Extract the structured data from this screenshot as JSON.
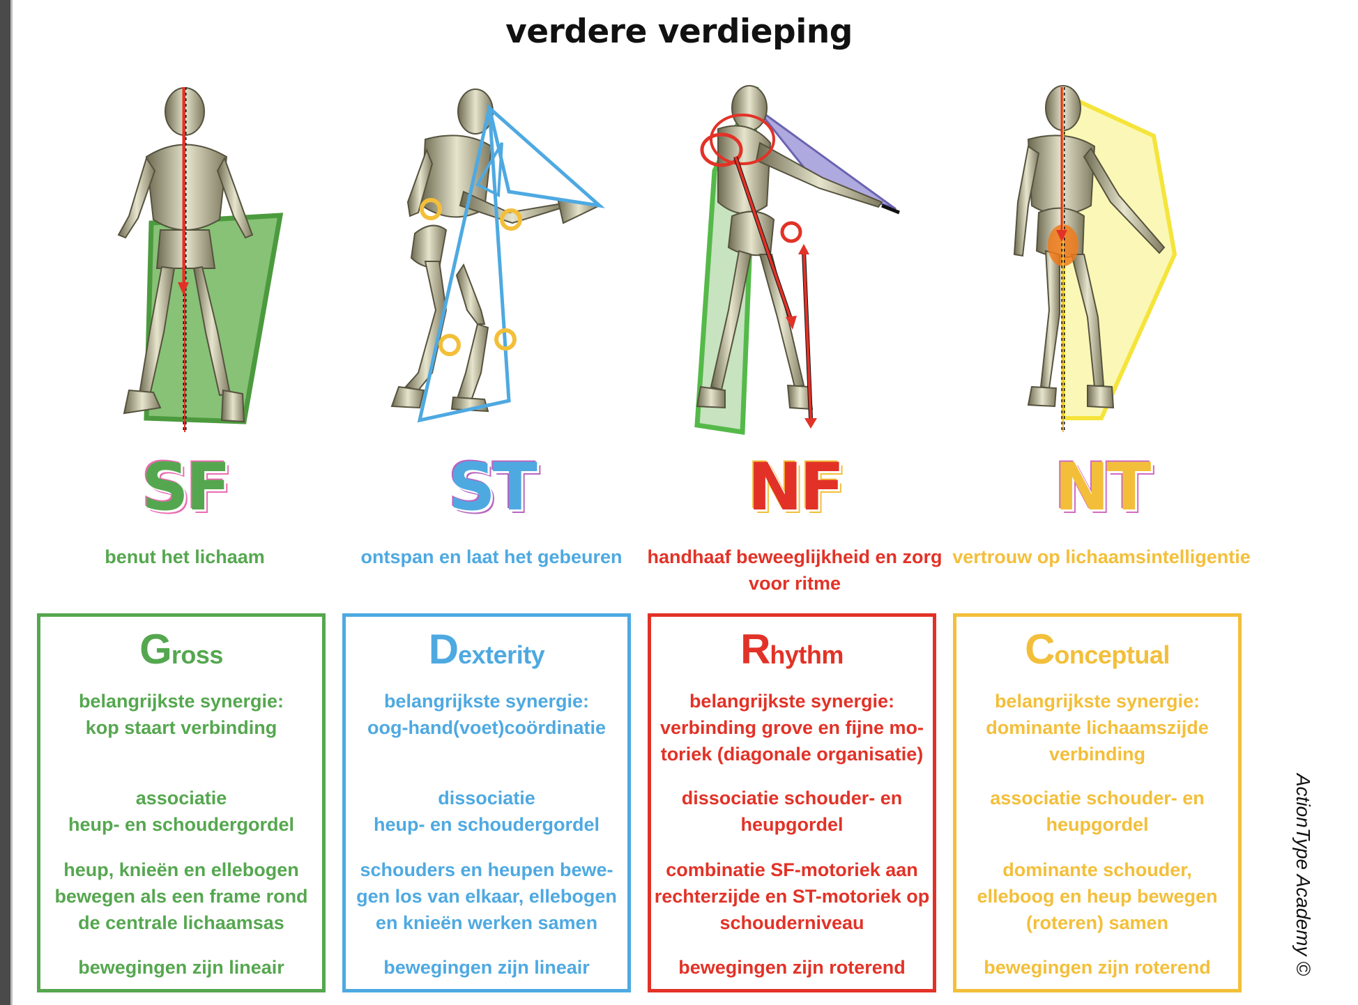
{
  "title": "verdere verdieping",
  "credit": "ActionType Academy ©",
  "columns": [
    {
      "code": "SF",
      "color": "#55a74f",
      "motto": "benut het lichaam",
      "box": {
        "initial": "G",
        "rest": "ross",
        "p1": "belangrijkste synergie:\nkop staart verbinding",
        "p2": "associatie\nheup- en schoudergordel",
        "p3": "heup, knieën en ellebogen\nbewegen als een frame rond\nde centrale lichaamsas",
        "p4": "bewegingen zijn lineair"
      }
    },
    {
      "code": "ST",
      "color": "#4ea9e1",
      "motto": "ontspan en\nlaat het gebeuren",
      "box": {
        "initial": "D",
        "rest": "exterity",
        "p1": "belangrijkste synergie:\noog-hand(voet)coördinatie",
        "p2": "dissociatie\nheup- en schoudergordel",
        "p3": "schouders en heupen bewe-\ngen los van elkaar, ellebogen\nen knieën werken samen",
        "p4": "bewegingen zijn lineair"
      }
    },
    {
      "code": "NF",
      "color": "#e23227",
      "motto": "handhaaf beweeglijkheid\nen zorg voor ritme",
      "box": {
        "initial": "R",
        "rest": "hythm",
        "p1": "belangrijkste synergie:\nverbinding grove en fijne mo-\ntoriek (diagonale organisatie)",
        "p2": "dissociatie schouder- en\nheupgordel",
        "p3": "combinatie SF-motoriek aan\nrechterzijde en ST-motoriek op\nschouderniveau",
        "p4": "bewegingen zijn roterend"
      }
    },
    {
      "code": "NT",
      "color": "#f3bf3a",
      "motto": "vertrouw op\nlichaamsintelligentie",
      "box": {
        "initial": "C",
        "rest": "onceptual",
        "p1": "belangrijkste synergie:\ndominante lichaamszijde\nverbinding",
        "p2": "associatie schouder- en\nheupgordel",
        "p3": "dominante schouder,\nelleboog en heup bewegen\n(roteren) samen",
        "p4": "bewegingen zijn roterend"
      }
    }
  ]
}
